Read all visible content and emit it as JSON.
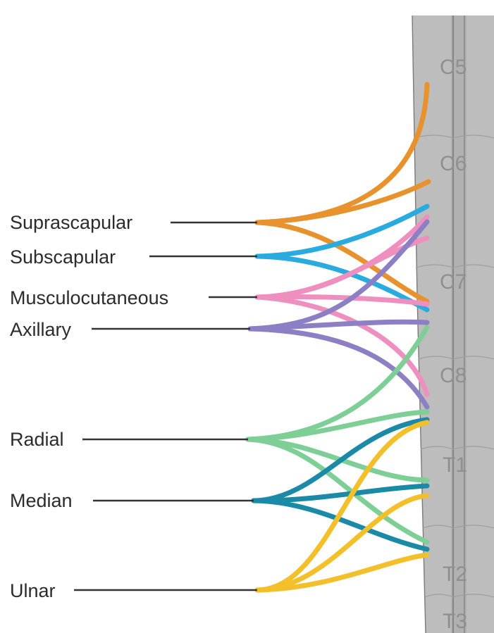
{
  "nerves": [
    {
      "label": "Suprascapular",
      "color": "#e8922e"
    },
    {
      "label": "Subscapular",
      "color": "#29abe0"
    },
    {
      "label": "Musculocutaneous",
      "color": "#ee8fc0"
    },
    {
      "label": "Axillary",
      "color": "#8c7fc4"
    },
    {
      "label": "Radial",
      "color": "#7dcf96"
    },
    {
      "label": "Median",
      "color": "#1b8aa6"
    },
    {
      "label": "Ulnar",
      "color": "#f3c02a"
    }
  ],
  "segments": [
    "C5",
    "C6",
    "C7",
    "C8",
    "T1",
    "T2",
    "T3"
  ],
  "colors": {
    "cord_fill": "#bdbdbd",
    "cord_shade": "#a8a8a8",
    "leader": "#333333",
    "segment_text": "#8f8f8f"
  }
}
